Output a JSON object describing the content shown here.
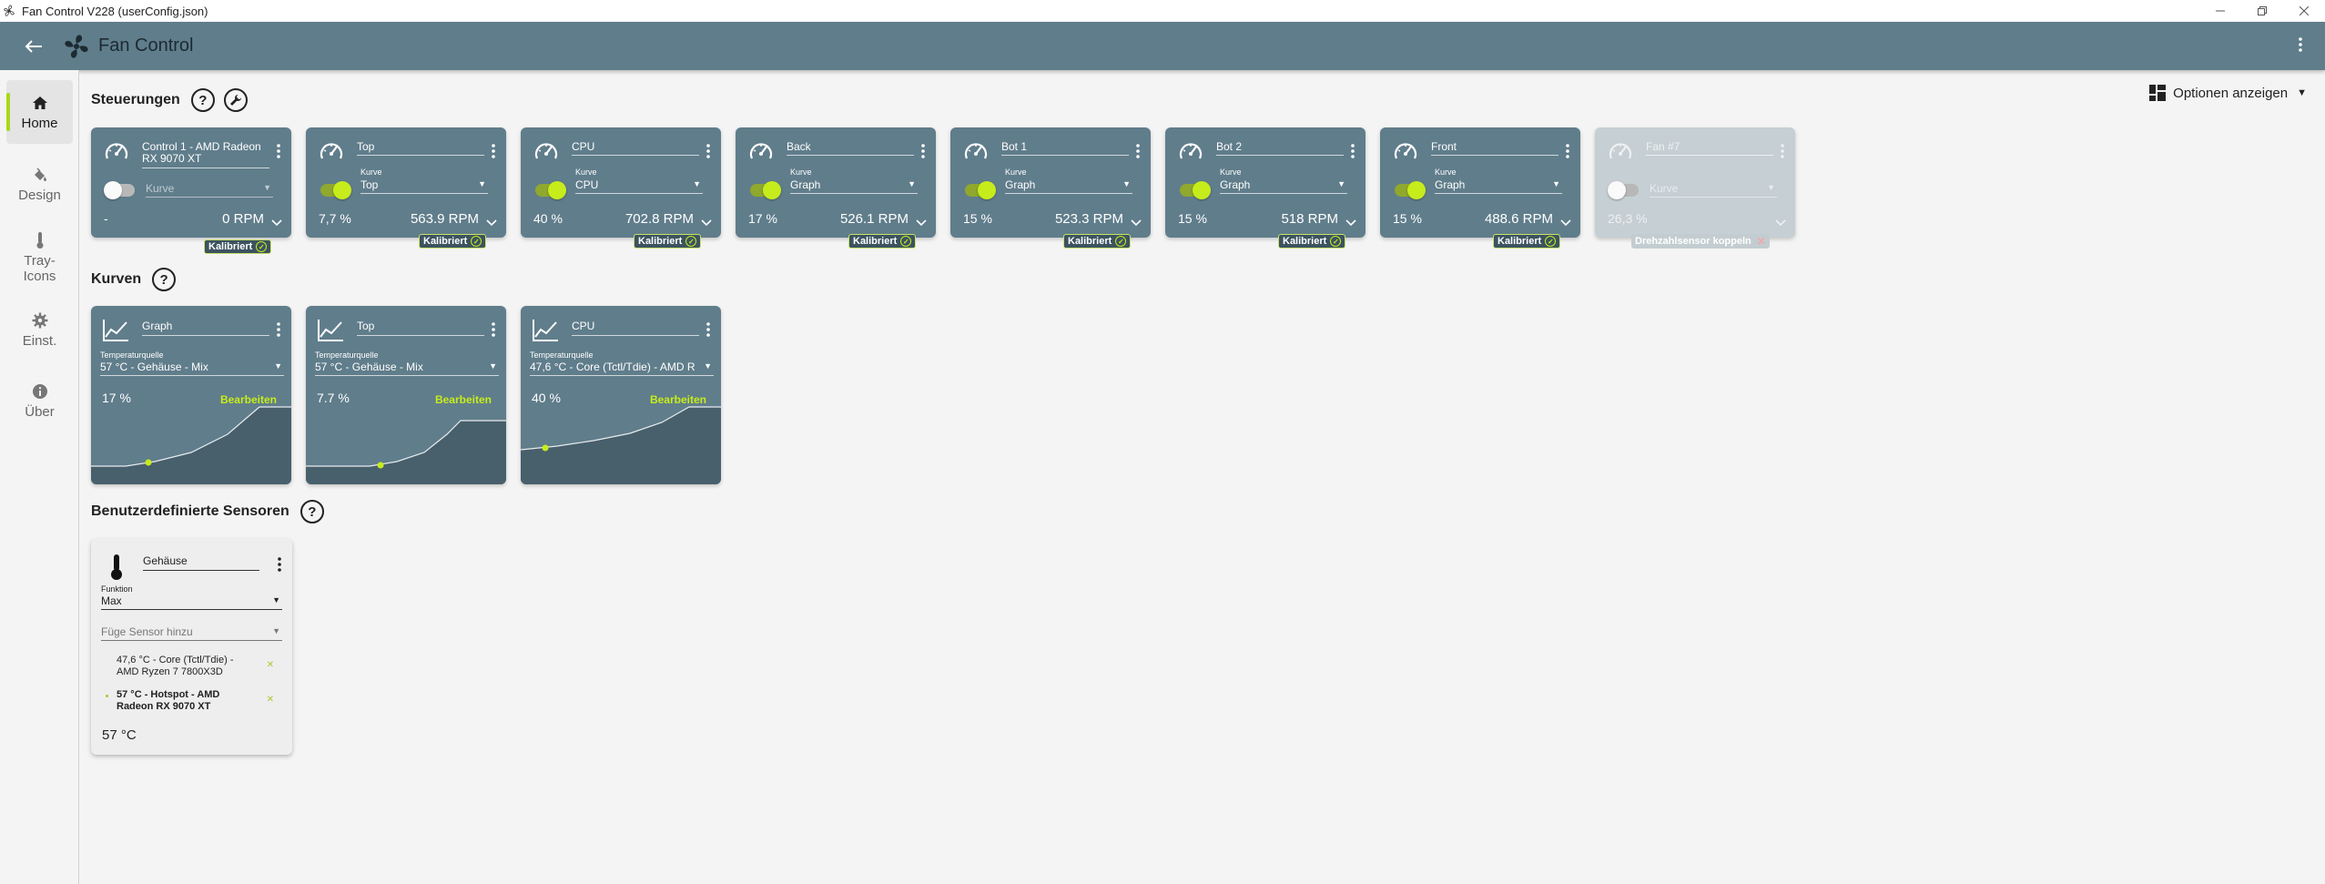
{
  "window": {
    "title": "Fan Control V228 (userConfig.json)",
    "controls": [
      "minimize-icon",
      "restore-icon",
      "close-icon"
    ]
  },
  "appbar": {
    "title": "Fan Control",
    "back_icon": "arrow-left-icon",
    "menu_icon": "more-vertical-icon"
  },
  "sidebar": {
    "items": [
      {
        "label": "Home",
        "icon": "home-icon",
        "active": true
      },
      {
        "label": "Design",
        "icon": "paint-bucket-icon"
      },
      {
        "label": "Tray-\nIcons",
        "icon": "thermometer-icon"
      },
      {
        "label": "Einst.",
        "icon": "gear-icon"
      },
      {
        "label": "Über",
        "icon": "info-icon"
      }
    ]
  },
  "options": {
    "label": "Optionen anzeigen"
  },
  "sections": {
    "controls": {
      "title": "Steuerungen",
      "help": "?"
    },
    "curves": {
      "title": "Kurven",
      "help": "?"
    },
    "sensors": {
      "title": "Benutzerdefinierte Sensoren",
      "help": "?"
    }
  },
  "controls": [
    {
      "name": "Control 1 - AMD Radeon RX 9070 XT",
      "enabled": false,
      "curve_label": "",
      "curve": "Kurve",
      "pct": "-",
      "rpm": "0 RPM",
      "badge": "Kalibriert"
    },
    {
      "name": "Top",
      "enabled": true,
      "curve_label": "Kurve",
      "curve": "Top",
      "pct": "7,7 %",
      "rpm": "563.9 RPM",
      "badge": "Kalibriert"
    },
    {
      "name": "CPU",
      "enabled": true,
      "curve_label": "Kurve",
      "curve": "CPU",
      "pct": "40 %",
      "rpm": "702.8 RPM",
      "badge": "Kalibriert"
    },
    {
      "name": "Back",
      "enabled": true,
      "curve_label": "Kurve",
      "curve": "Graph",
      "pct": "17 %",
      "rpm": "526.1 RPM",
      "badge": "Kalibriert"
    },
    {
      "name": "Bot 1",
      "enabled": true,
      "curve_label": "Kurve",
      "curve": "Graph",
      "pct": "15 %",
      "rpm": "523.3 RPM",
      "badge": "Kalibriert"
    },
    {
      "name": "Bot 2",
      "enabled": true,
      "curve_label": "Kurve",
      "curve": "Graph",
      "pct": "15 %",
      "rpm": "518 RPM",
      "badge": "Kalibriert"
    },
    {
      "name": "Front",
      "enabled": true,
      "curve_label": "Kurve",
      "curve": "Graph",
      "pct": "15 %",
      "rpm": "488.6 RPM",
      "badge": "Kalibriert"
    },
    {
      "name": "Fan #7",
      "enabled": false,
      "curve_label": "",
      "curve": "Kurve",
      "pct": "26,3 %",
      "rpm": "",
      "badge": "Drehzahlsensor koppeln",
      "disabled": true
    }
  ],
  "curves": [
    {
      "name": "Graph",
      "source_label": "Temperaturquelle",
      "source": "57 °C - Gehäuse - Mix",
      "pct": "17 %",
      "edit": "Bearbeiten"
    },
    {
      "name": "Top",
      "source_label": "Temperaturquelle",
      "source": "57 °C - Gehäuse - Mix",
      "pct": "7.7 %",
      "edit": "Bearbeiten"
    },
    {
      "name": "CPU",
      "source_label": "Temperaturquelle",
      "source": "47,6 °C - Core (Tctl/Tdie) - AMD R",
      "pct": "40 %",
      "edit": "Bearbeiten"
    }
  ],
  "sensor": {
    "name": "Gehäuse",
    "function_label": "Funktion",
    "function": "Max",
    "add_placeholder": "Füge Sensor hinzu",
    "entries": [
      {
        "text": "47,6 °C - Core (Tctl/Tdie) - AMD Ryzen 7 7800X3D",
        "bold": false
      },
      {
        "text": "57 °C - Hotspot - AMD Radeon RX 9070 XT",
        "bold": true
      }
    ],
    "value": "57 °C"
  },
  "colors": {
    "accent": "#c6ec1c",
    "card": "#607d8b",
    "appbar": "#607d8b"
  }
}
